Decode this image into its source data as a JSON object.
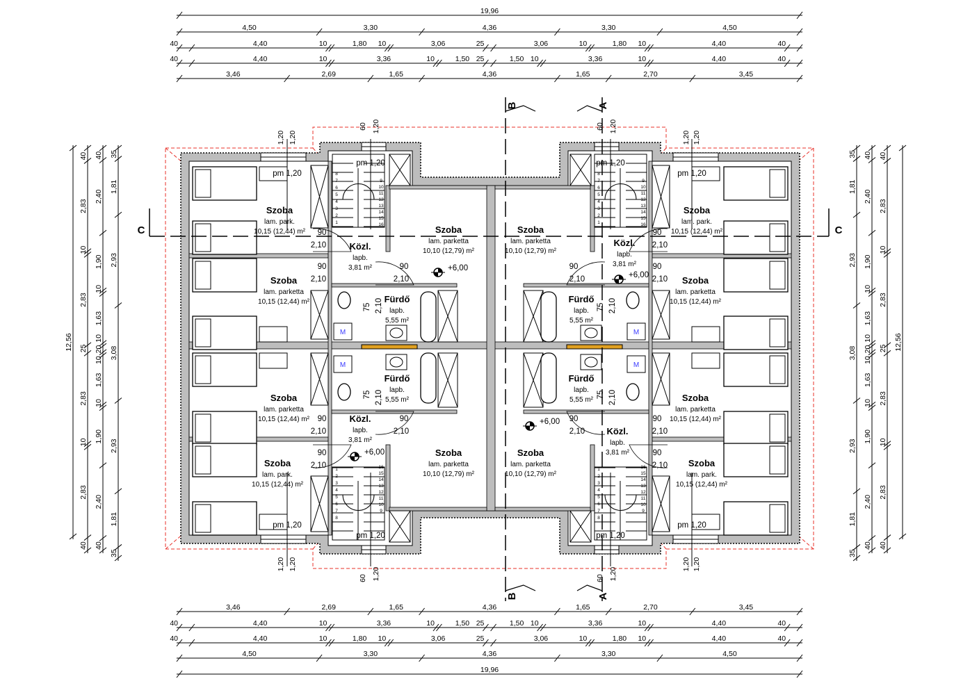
{
  "colors": {
    "wall": "#bdbdbd",
    "roof_outline": "#e8302a",
    "line": "#000000",
    "symbol_m": "#3a3aff"
  },
  "dimensions": {
    "top_rows": [
      [
        "19,96"
      ],
      [
        "4,50",
        "3,30",
        "4,36",
        "3,30",
        "4,50"
      ],
      [
        "40",
        "4,40",
        "10",
        "1,80",
        "10",
        "3,06",
        "25",
        "3,06",
        "10",
        "1,80",
        "10",
        "4,40",
        "40"
      ],
      [
        "40",
        "4,40",
        "10",
        "3,36",
        "10",
        "1,50",
        "25",
        "1,50",
        "10",
        "3,36",
        "10",
        "4,40",
        "40"
      ],
      [
        "3,46",
        "2,69",
        "1,65",
        "4,36",
        "1,65",
        "2,70",
        "3,45"
      ]
    ],
    "bottom_rows": [
      [
        "3,46",
        "2,69",
        "1,65",
        "4,36",
        "1,65",
        "2,70",
        "3,45"
      ],
      [
        "40",
        "4,40",
        "10",
        "3,36",
        "10",
        "1,50",
        "25",
        "1,50",
        "10",
        "3,36",
        "10",
        "4,40",
        "40"
      ],
      [
        "40",
        "4,40",
        "10",
        "1,80",
        "10",
        "3,06",
        "25",
        "3,06",
        "10",
        "1,80",
        "10",
        "4,40",
        "40"
      ],
      [
        "4,50",
        "3,30",
        "4,36",
        "3,30",
        "4,50"
      ],
      [
        "19,96"
      ]
    ],
    "left_cols": [
      [
        "12,56"
      ],
      [
        "40",
        "2,83",
        "10",
        "2,83",
        "25",
        "2,83",
        "10",
        "2,83",
        "40"
      ],
      [
        "40",
        "2,40",
        "1,90",
        "10",
        "1,63",
        "10",
        "20",
        "10",
        "1,63",
        "10",
        "1,90",
        "2,40",
        "40"
      ],
      [
        "35",
        "1,81",
        "2,93",
        "3,08",
        "2,93",
        "1,81",
        "35"
      ]
    ],
    "right_cols": [
      [
        "35",
        "1,81",
        "2,93",
        "3,08",
        "2,93",
        "1,81",
        "35"
      ],
      [
        "40",
        "2,40",
        "1,90",
        "10",
        "1,63",
        "10",
        "20",
        "10",
        "1,63",
        "10",
        "1,90",
        "2,40",
        "40"
      ],
      [
        "40",
        "2,83",
        "10",
        "2,83",
        "25",
        "2,83",
        "10",
        "2,83",
        "40"
      ],
      [
        "12,56"
      ]
    ],
    "opening_labels": [
      "1,20",
      "1,20",
      "60",
      "1,20",
      "60",
      "1,20",
      "1,20",
      "1,20",
      "1,20",
      "1,20",
      "60",
      "1,20",
      "60",
      "1,20",
      "1,20",
      "1,20"
    ]
  },
  "rooms": [
    {
      "name": "Szoba",
      "floor": "lam. park.",
      "area": "10,15 (12,44) m²"
    },
    {
      "name": "Szoba",
      "floor": "lam. parketta",
      "area": "10,15 (12,44) m²"
    },
    {
      "name": "Szoba",
      "floor": "lam. parketta",
      "area": "10,10 (12,79) m²"
    },
    {
      "name": "Közl.",
      "floor": "lapb.",
      "area": "3,81 m²"
    },
    {
      "name": "Fürdő",
      "floor": "lapb.",
      "area": "5,55 m²"
    },
    {
      "name": "Szoba",
      "floor": "lam. park.",
      "area": "10,15 (12,44) m²"
    },
    {
      "name": "Szoba",
      "floor": "lam. parketta",
      "area": "10,15 (12,44) m²"
    },
    {
      "name": "Szoba",
      "floor": "lam. parketta",
      "area": "10,10 (12,79) m²"
    },
    {
      "name": "Közl.",
      "floor": "lapb.",
      "area": "3,81 m²"
    },
    {
      "name": "Fürdő",
      "floor": "lapb.",
      "area": "5,55 m²"
    },
    {
      "name": "Szoba",
      "floor": "lam. parketta",
      "area": "10,15 (12,44) m²"
    },
    {
      "name": "Szoba",
      "floor": "lam. park.",
      "area": "10,15 (12,44) m²"
    },
    {
      "name": "Szoba",
      "floor": "lam. parketta",
      "area": "10,10 (12,79) m²"
    },
    {
      "name": "Közl.",
      "floor": "lapb.",
      "area": "3,81 m²"
    },
    {
      "name": "Fürdő",
      "floor": "lapb.",
      "area": "5,55 m²"
    },
    {
      "name": "Szoba",
      "floor": "lam. parketta",
      "area": "10,15 (12,44) m²"
    },
    {
      "name": "Szoba",
      "floor": "lam. park.",
      "area": "10,15 (12,44) m²"
    },
    {
      "name": "Szoba",
      "floor": "lam. parketta",
      "area": "10,10 (12,79) m²"
    },
    {
      "name": "Közl.",
      "floor": "lapb.",
      "area": "3,81 m²"
    },
    {
      "name": "Fürdő",
      "floor": "lapb.",
      "area": "5,55 m²"
    }
  ],
  "window_labels": [
    "pm 1,20",
    "pm 1,20",
    "pm 1,20",
    "pm 1,20",
    "pm 1,20",
    "pm 1,20",
    "pm 1,20",
    "pm 1,20"
  ],
  "doors": [
    "90",
    "2,10",
    "90",
    "2,10",
    "90",
    "2,10",
    "75",
    "2,10",
    "90",
    "2,10",
    "90",
    "2,10",
    "90",
    "2,10",
    "75",
    "2,10",
    "90",
    "2,10",
    "90",
    "2,10",
    "90",
    "2,10",
    "75",
    "2,10",
    "90",
    "2,10",
    "90",
    "2,10",
    "90",
    "2,10",
    "75",
    "2,10"
  ],
  "levels": [
    "+6,00",
    "+6,00",
    "+6,00",
    "+6,00"
  ],
  "sections": [
    "C",
    "C",
    "A",
    "A",
    "B",
    "B"
  ],
  "appliance_label": "M",
  "stair_steps": [
    "1",
    "2",
    "3",
    "4",
    "5",
    "6",
    "7",
    "8",
    "9",
    "10",
    "11",
    "12",
    "13",
    "14",
    "15",
    "16"
  ]
}
